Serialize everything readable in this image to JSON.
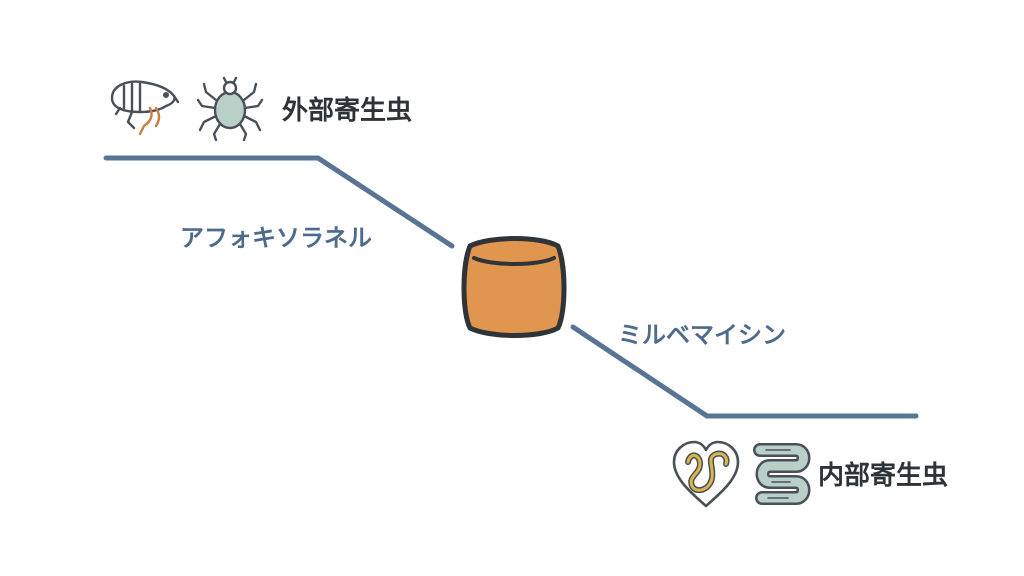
{
  "top_group": {
    "label": "外部寄生虫",
    "icons": [
      "flea-icon",
      "tick-icon"
    ]
  },
  "bottom_group": {
    "label": "内部寄生虫",
    "icons": [
      "heartworm-icon",
      "intestinal-worm-icon"
    ]
  },
  "drugs": {
    "left": "アフォキソラネル",
    "right": "ミルベマイシン"
  },
  "center_icon": "chewable-tablet-icon",
  "colors": {
    "line": "#5a7496",
    "tablet_fill": "#e0964f",
    "tablet_stroke": "#2f3438",
    "icon_stroke": "#4a5058",
    "tick_fill": "#b8d0c8",
    "worm_fill": "#d9b54a",
    "heading_text": "#2e3338",
    "drug_text": "#4f6b8c"
  }
}
